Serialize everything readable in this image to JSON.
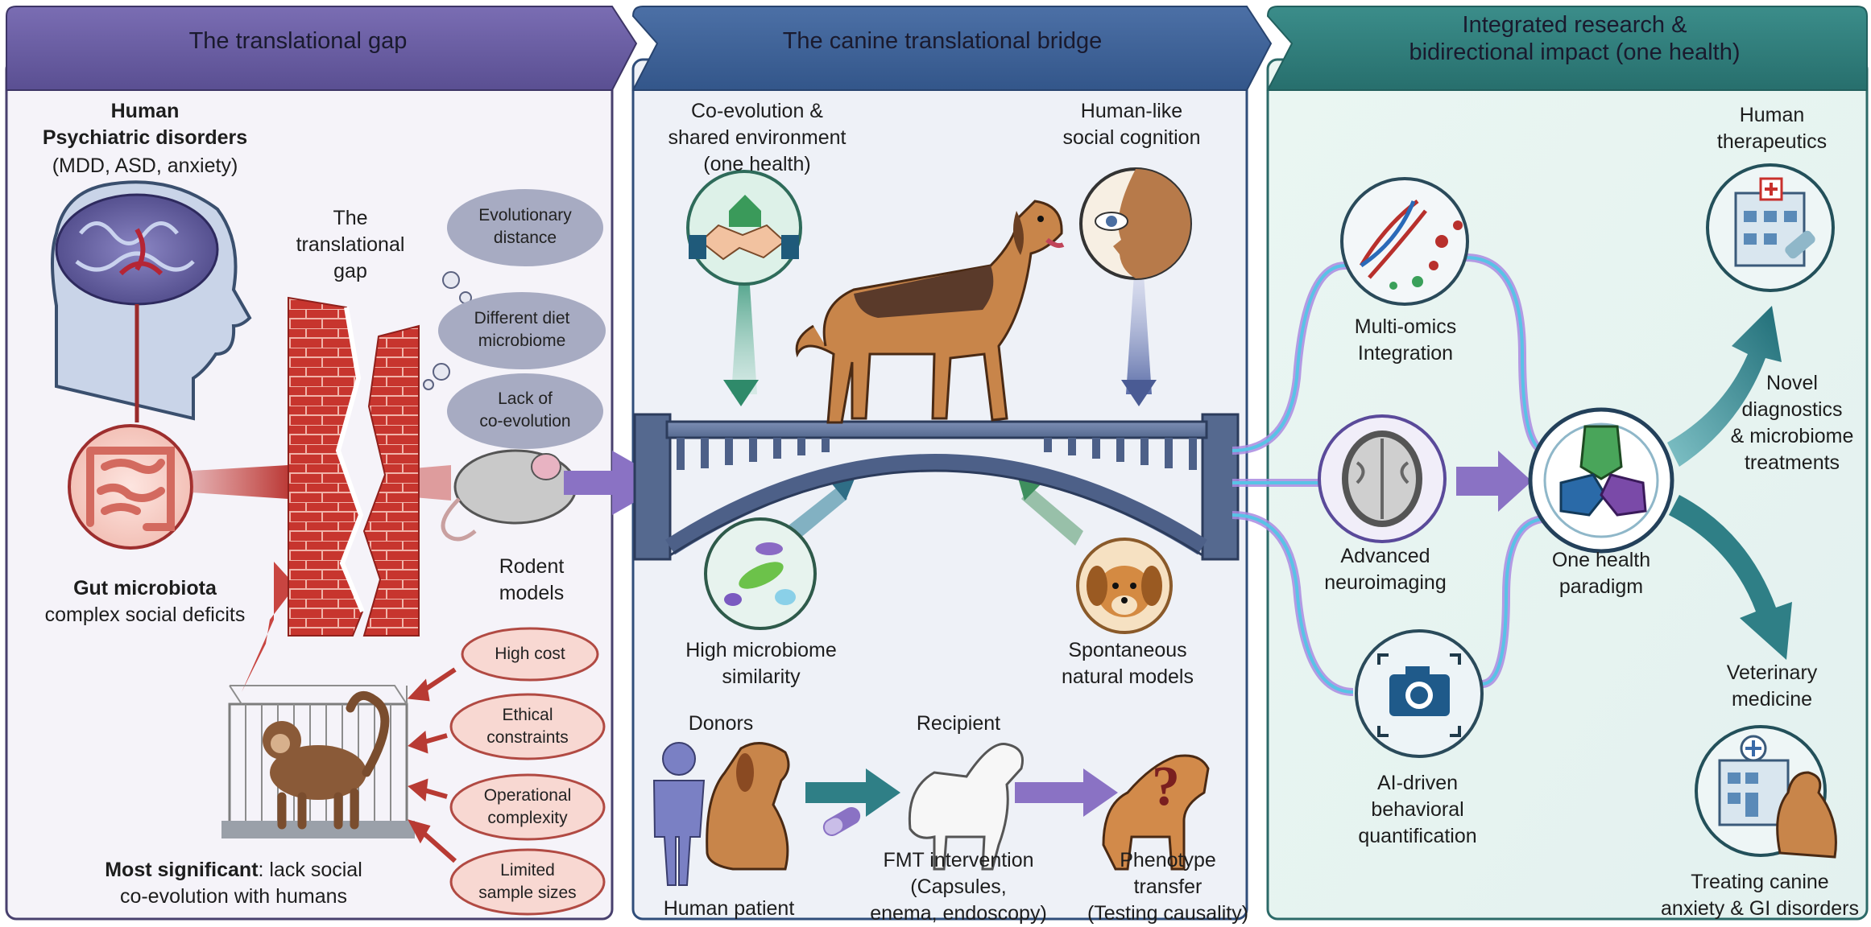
{
  "panels": {
    "left": {
      "header": "The translational gap",
      "human_title": "Human\nPsychiatric disorders",
      "human_sub": "(MDD, ASD, anxiety)",
      "gap_label": "The\ntranslational\ngap",
      "gut_title": "Gut microbiota",
      "gut_sub": "complex social deficits",
      "rodent_label": "Rodent\nmodels",
      "rodent_issues": [
        "Evolutionary\ndistance",
        "Different diet\nmicrobiome",
        "Lack of\nco-evolution"
      ],
      "primate_issues": [
        "High cost",
        "Ethical\nconstraints",
        "Operational\ncomplexity",
        "Limited\nsample sizes"
      ],
      "summary_bold": "Most significant",
      "summary_rest": ": lack social\nco-evolution with humans"
    },
    "middle": {
      "header": "The canine translational bridge",
      "coevolution": "Co-evolution &\nshared environment\n(one health)",
      "social": "Human-like\nsocial cognition",
      "microbiome": "High microbiome\nsimilarity",
      "spontaneous": "Spontaneous\nnatural models",
      "donors": "Donors",
      "recipient": "Recipient",
      "human_patient": "Human patient",
      "fmt": "FMT intervention\n(Capsules,\nenema, endoscopy)",
      "phenotype": "Phenotype\ntransfer\n(Testing causality)"
    },
    "right": {
      "header": "Integrated research &\nbidirectional impact (one health)",
      "omics": "Multi-omics\nIntegration",
      "neuro": "Advanced\nneuroimaging",
      "ai": "AI-driven\nbehavioral\nquantification",
      "onehealth": "One health\nparadigm",
      "human_ther": "Human\ntherapeutics",
      "novel": "Novel\ndiagnostics\n& microbiome\ntreatments",
      "vet": "Veterinary\nmedicine",
      "treating": "Treating canine\nanxiety & GI disorders"
    }
  },
  "icons": [
    "brain-icon",
    "gut-icon",
    "mouse-icon",
    "monkey-icon",
    "cage-icon",
    "dog-icon",
    "handshake-icon",
    "house-icon",
    "eye-face-icon",
    "microbes-icon",
    "puppy-face-icon",
    "person-icon",
    "capsule-icon",
    "question-icon",
    "dna-icon",
    "mri-icon",
    "camera-icon",
    "hands-icon",
    "hospital-icon",
    "vet-clinic-icon"
  ],
  "colors": {
    "left_header": "#6b5fa6",
    "mid_header": "#3d5f94",
    "right_header": "#2e7a7a",
    "left_bg": "#f4f2f8",
    "mid_bg": "#edf1f7",
    "right_bg": "#e9f5f1",
    "brick": "#c9332c",
    "arrow_purple": "#8a72c4",
    "arrow_teal": "#2f7f86"
  }
}
